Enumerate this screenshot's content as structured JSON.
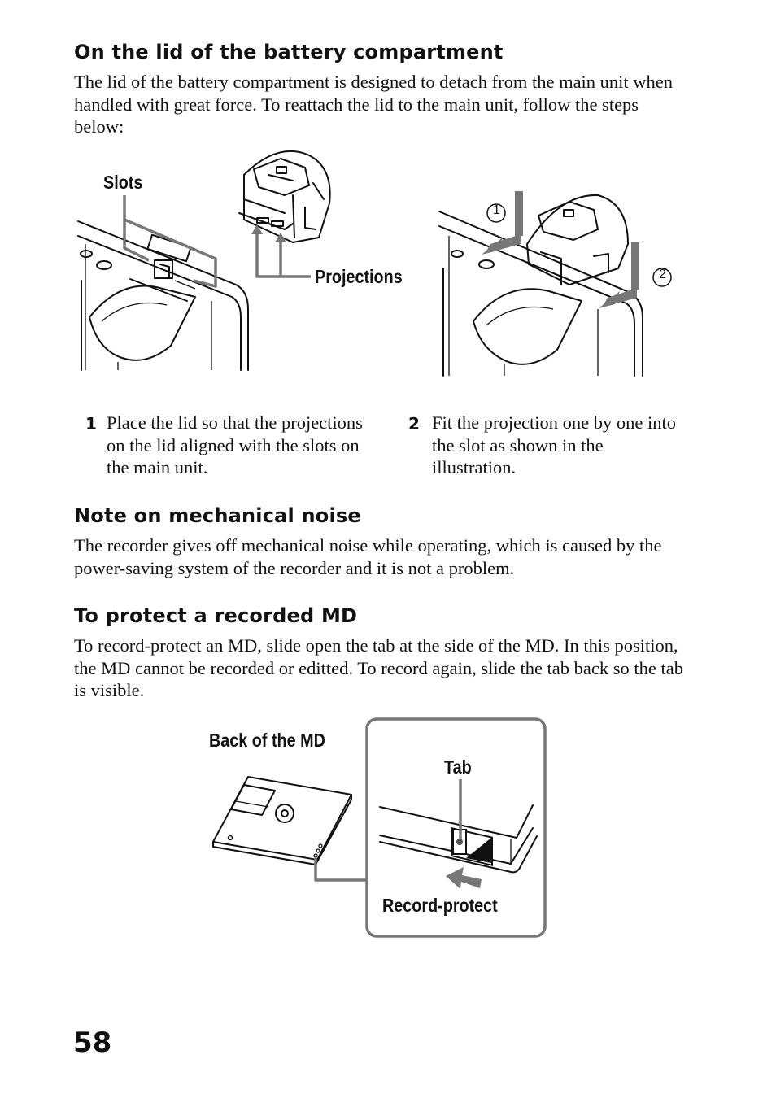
{
  "sections": {
    "battery_lid": {
      "heading": "On the lid of the battery compartment",
      "body": "The lid of the battery compartment is designed to detach from the main unit when handled with great force. To reattach the lid to the main unit, follow the steps below:"
    },
    "mechanical_noise": {
      "heading": "Note on mechanical noise",
      "body": "The recorder gives off mechanical noise while operating, which is caused by the power-saving system of the recorder and it is not a problem."
    },
    "protect_md": {
      "heading": "To protect a recorded MD",
      "body": "To record-protect an MD, slide open the tab at the side of the MD. In this position, the MD cannot be recorded or editted. To record again, slide the tab back so the tab is visible."
    }
  },
  "figure1": {
    "slots_label": "Slots",
    "projections_label": "Projections",
    "marker_1": "1",
    "marker_2": "2"
  },
  "steps": [
    {
      "number": "1",
      "text": "Place the lid so that the projections on the lid aligned with the slots on the main unit."
    },
    {
      "number": "2",
      "text": "Fit the projection one by one into the slot as shown in the illustration."
    }
  ],
  "figure2": {
    "back_label": "Back of the MD",
    "tab_label": "Tab",
    "record_protect_label": "Record-protect"
  },
  "page_number": "58"
}
